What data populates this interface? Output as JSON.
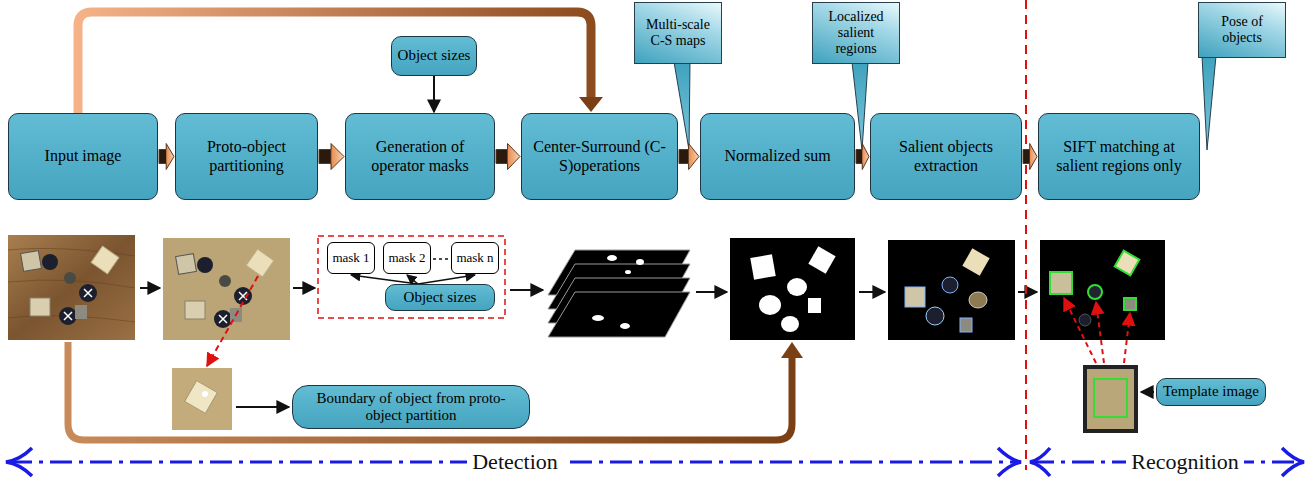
{
  "diagram": {
    "nodes": [
      {
        "text": [
          "Input image"
        ]
      },
      {
        "text": [
          "Proto-object partitioning"
        ]
      },
      {
        "text": [
          "Object sizes"
        ]
      },
      {
        "text": [
          "Generation of operator masks"
        ]
      },
      {
        "text": [
          "Multi-scale C-S maps"
        ]
      },
      {
        "text": [
          "Center-Surround (C-S)operations"
        ]
      },
      {
        "text": [
          "Localized salient regions"
        ]
      },
      {
        "text": [
          "Normalized sum"
        ]
      },
      {
        "text": [
          "Salient objects extraction"
        ]
      },
      {
        "text": [
          "Pose of objects"
        ]
      },
      {
        "text": [
          "SIFT matching at salient regions only"
        ]
      },
      {
        "text": [
          "mask 1"
        ]
      },
      {
        "text": [
          "mask 2"
        ]
      },
      {
        "text": [
          "mask n"
        ]
      },
      {
        "text": [
          "Object sizes"
        ]
      },
      {
        "text": [
          "Boundary of object from proto-object partition"
        ]
      },
      {
        "text": [
          "Template image"
        ]
      }
    ],
    "edges": [
      {
        "from": 0,
        "to": 1,
        "arrow": "to"
      },
      {
        "from": 1,
        "to": 3,
        "arrow": "to"
      },
      {
        "from": 3,
        "to": 5,
        "arrow": "to"
      },
      {
        "from": 5,
        "to": 7,
        "arrow": "to"
      },
      {
        "from": 7,
        "to": 8,
        "arrow": "to"
      },
      {
        "from": 8,
        "to": 10,
        "arrow": "to"
      },
      {
        "from": 2,
        "to": 3,
        "arrow": "to"
      },
      {
        "from": 0,
        "to": 5,
        "arrow": "to"
      },
      {
        "from": 14,
        "to": 11,
        "arrow": "to"
      },
      {
        "from": 14,
        "to": 12,
        "arrow": "to"
      },
      {
        "from": 14,
        "to": 13,
        "arrow": "to"
      }
    ],
    "labels": [
      "Detection",
      "Recognition"
    ]
  }
}
